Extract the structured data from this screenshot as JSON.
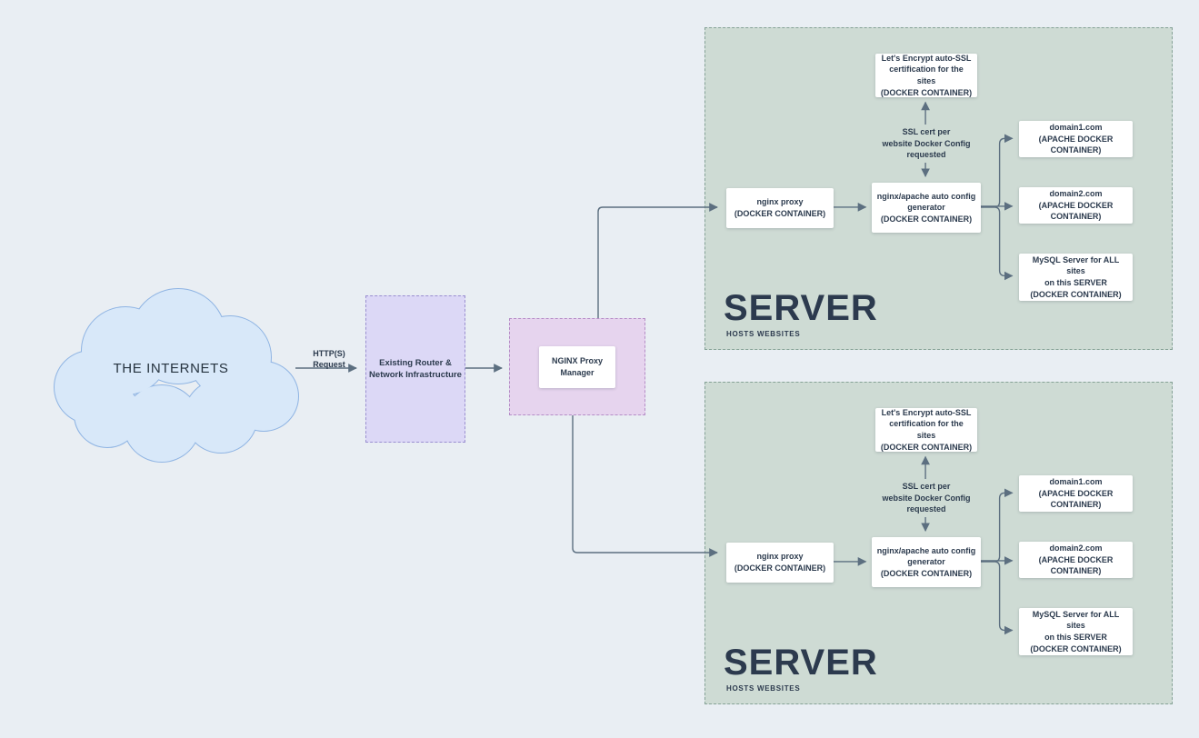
{
  "colors": {
    "background": "#e9eef3",
    "cloud_fill": "#d8e8f9",
    "cloud_border": "#8fb4e3",
    "router_fill": "#dcd8f6",
    "router_border": "#9a8fd0",
    "npm_fill": "#e6d4ee",
    "npm_border": "#b58cc6",
    "server_fill": "#cedbd4",
    "server_border": "#85a296",
    "node_fill": "#ffffff",
    "connector": "#5c6f80",
    "text": "#2b3a4d"
  },
  "internet_cloud": {
    "label": "THE INTERNETS"
  },
  "http_request_label": "HTTP(S)\nRequest",
  "router": {
    "label": "Existing Router &\nNetwork Infrastructure"
  },
  "nginx_proxy_manager": {
    "label": "NGINX Proxy\nManager"
  },
  "servers": [
    {
      "title": "SERVER",
      "subtitle": "HOSTS WEBSITES",
      "lets_encrypt": "Let's Encrypt auto-SSL\ncertification for the sites\n(DOCKER CONTAINER)",
      "ssl_note": "SSL cert per\nwebsite Docker Config\nrequested",
      "nginx_proxy": "nginx proxy\n(DOCKER CONTAINER)",
      "config_generator": "nginx/apache auto config\ngenerator\n(DOCKER CONTAINER)",
      "site1": "domain1.com\n(APACHE DOCKER CONTAINER)",
      "site2": "domain2.com\n(APACHE DOCKER CONTAINER)",
      "mysql": "MySQL Server for ALL sites\non this SERVER\n(DOCKER CONTAINER)"
    },
    {
      "title": "SERVER",
      "subtitle": "HOSTS WEBSITES",
      "lets_encrypt": "Let's Encrypt auto-SSL\ncertification for the sites\n(DOCKER CONTAINER)",
      "ssl_note": "SSL cert per\nwebsite Docker Config\nrequested",
      "nginx_proxy": "nginx proxy\n(DOCKER CONTAINER)",
      "config_generator": "nginx/apache auto config\ngenerator\n(DOCKER CONTAINER)",
      "site1": "domain1.com\n(APACHE DOCKER CONTAINER)",
      "site2": "domain2.com\n(APACHE DOCKER CONTAINER)",
      "mysql": "MySQL Server for ALL sites\non this SERVER\n(DOCKER CONTAINER)"
    }
  ]
}
